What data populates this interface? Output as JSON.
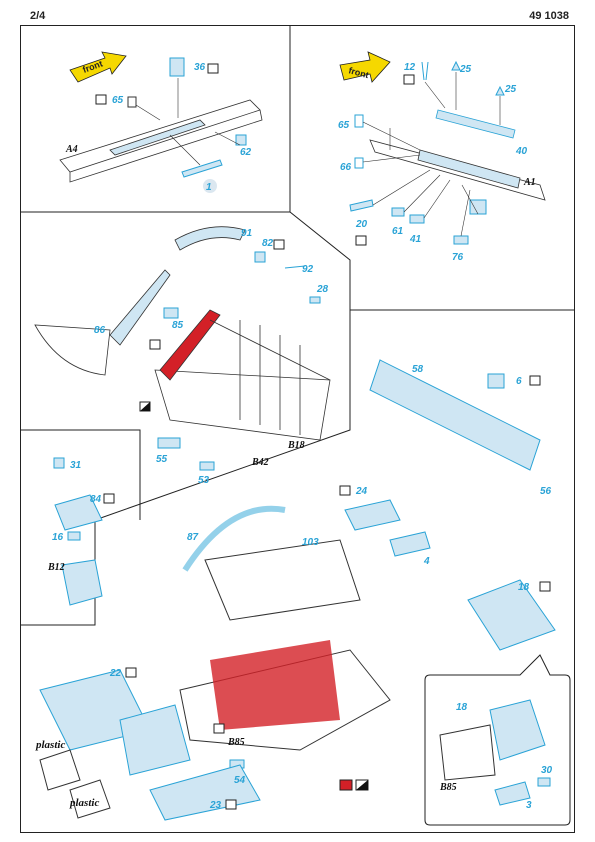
{
  "header": {
    "page": "2/4",
    "code": "49 1038"
  },
  "panel_top_left": {
    "front_label": "front",
    "ref": "A4",
    "parts": [
      "36",
      "65",
      "62",
      "1"
    ]
  },
  "panel_top_right": {
    "front_label": "front",
    "ref": "A1",
    "parts": [
      "12",
      "25",
      "25",
      "65",
      "40",
      "66",
      "20",
      "61",
      "41",
      "76"
    ]
  },
  "panel_mid": {
    "refs": [
      "B18",
      "B42"
    ],
    "parts": [
      "91",
      "82",
      "92",
      "28",
      "86",
      "85",
      "55",
      "53"
    ]
  },
  "panel_left_box": {
    "ref": "B12",
    "parts": [
      "31",
      "84",
      "16"
    ]
  },
  "panel_main": {
    "refs": [
      "B85"
    ],
    "parts": [
      "58",
      "6",
      "56",
      "24",
      "87",
      "103",
      "4",
      "18",
      "22",
      "54",
      "23"
    ],
    "plastic_label_1": "plastic",
    "plastic_label_2": "plastic"
  },
  "panel_inset": {
    "ref": "B85",
    "parts": [
      "18",
      "30",
      "3"
    ]
  },
  "colors": {
    "part_blue": "#2aa3d6",
    "fill_blue": "#cfe6f3",
    "red": "#d32027",
    "arrow_yellow": "#f5d800"
  }
}
